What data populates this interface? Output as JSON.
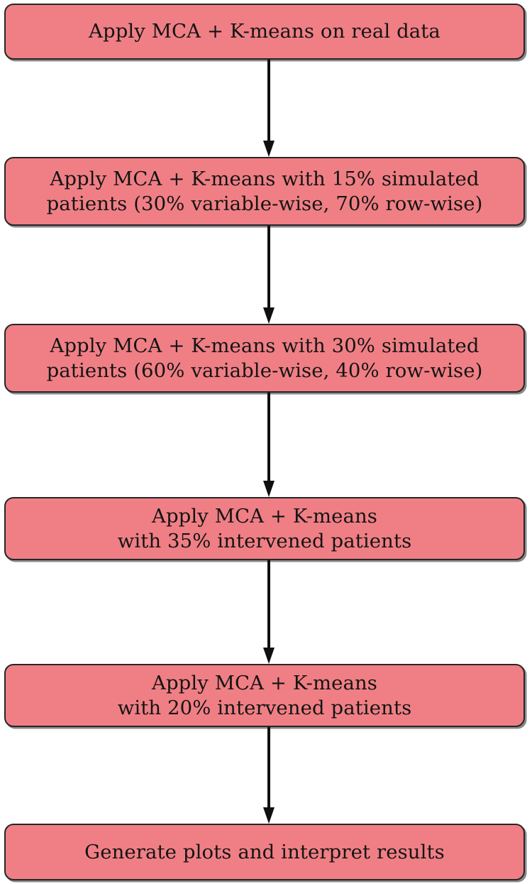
{
  "diagram": {
    "type": "flowchart",
    "orientation": "vertical",
    "colors": {
      "node_fill": "#f07f85",
      "node_border": "#262626",
      "text": "#141414",
      "arrow": "#101010",
      "background": "#ffffff"
    },
    "nodes": [
      {
        "id": "step-1",
        "label": "Apply MCA + K-means on real data"
      },
      {
        "id": "step-2",
        "label": "Apply MCA + K-means with 15% simulated\npatients (30% variable-wise, 70% row-wise)"
      },
      {
        "id": "step-3",
        "label": "Apply MCA + K-means with 30% simulated\npatients (60% variable-wise, 40% row-wise)"
      },
      {
        "id": "step-4",
        "label": "Apply MCA + K-means\nwith 35% intervened patients"
      },
      {
        "id": "step-5",
        "label": "Apply MCA + K-means\nwith 20% intervened patients"
      },
      {
        "id": "step-6",
        "label": "Generate plots and interpret results"
      }
    ],
    "edges": [
      {
        "from": "step-1",
        "to": "step-2",
        "marker": "arrow-down"
      },
      {
        "from": "step-2",
        "to": "step-3",
        "marker": "arrow-down"
      },
      {
        "from": "step-3",
        "to": "step-4",
        "marker": "arrow-down"
      },
      {
        "from": "step-4",
        "to": "step-5",
        "marker": "arrow-down"
      },
      {
        "from": "step-5",
        "to": "step-6",
        "marker": "arrow-down"
      }
    ]
  }
}
